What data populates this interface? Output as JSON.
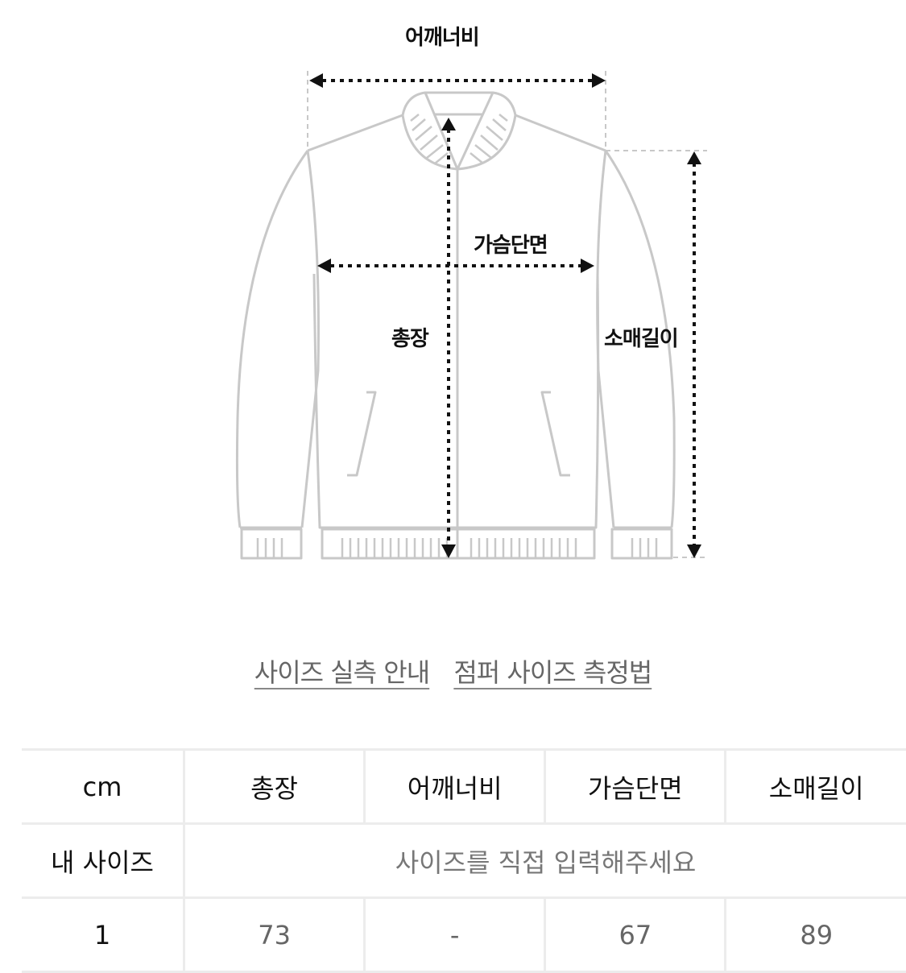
{
  "diagram": {
    "labels": {
      "shoulder": "어깨너비",
      "chest": "가슴단면",
      "length": "총장",
      "sleeve": "소매길이"
    },
    "line_color": "#c8c8c8",
    "arrow_color": "#111111"
  },
  "links": {
    "size_guide": "사이즈 실측 안내",
    "measure_method": "점퍼 사이즈 측정법"
  },
  "table": {
    "unit": "cm",
    "columns": [
      "총장",
      "어깨너비",
      "가슴단면",
      "소매길이"
    ],
    "my_size": {
      "label": "내 사이즈",
      "placeholder": "사이즈를 직접 입력해주세요"
    },
    "rows": [
      {
        "size": "1",
        "values": [
          "73",
          "-",
          "67",
          "89"
        ]
      }
    ]
  }
}
